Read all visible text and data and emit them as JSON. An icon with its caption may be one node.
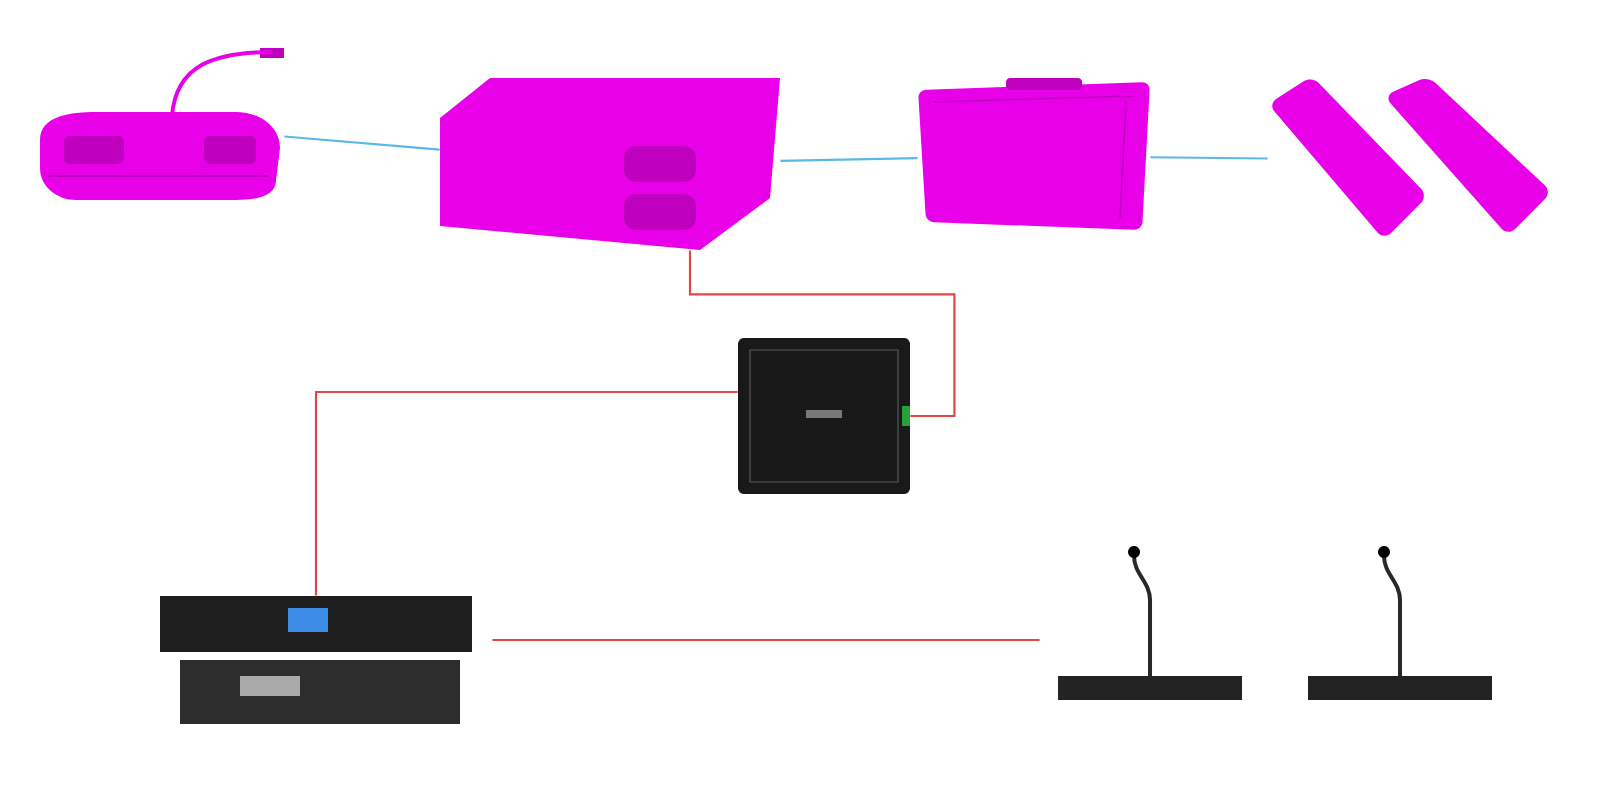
{
  "diagram": {
    "nodes": [
      {
        "text": [],
        "shape": "picture"
      },
      {
        "text": [],
        "shape": "picture"
      },
      {
        "text": [],
        "shape": "picture"
      },
      {
        "text": [],
        "shape": "picture"
      },
      {
        "text": [],
        "shape": "picture"
      },
      {
        "text": [],
        "shape": "picture"
      },
      {
        "text": [],
        "shape": "picture"
      },
      {
        "text": [],
        "shape": "picture"
      }
    ],
    "edges": [
      {
        "from": 0,
        "to": 1,
        "arrow": "none",
        "color": "#5bb8e6"
      },
      {
        "from": 1,
        "to": 2,
        "arrow": "none",
        "color": "#5bb8e6"
      },
      {
        "from": 2,
        "to": 3,
        "arrow": "none",
        "color": "#5bb8e6"
      },
      {
        "from": 1,
        "to": 4,
        "arrow": "none",
        "color": "#e04848"
      },
      {
        "from": 4,
        "to": 5,
        "arrow": "none",
        "color": "#e04848"
      },
      {
        "from": 5,
        "to": 6,
        "arrow": "none",
        "color": "#e04848"
      }
    ]
  }
}
